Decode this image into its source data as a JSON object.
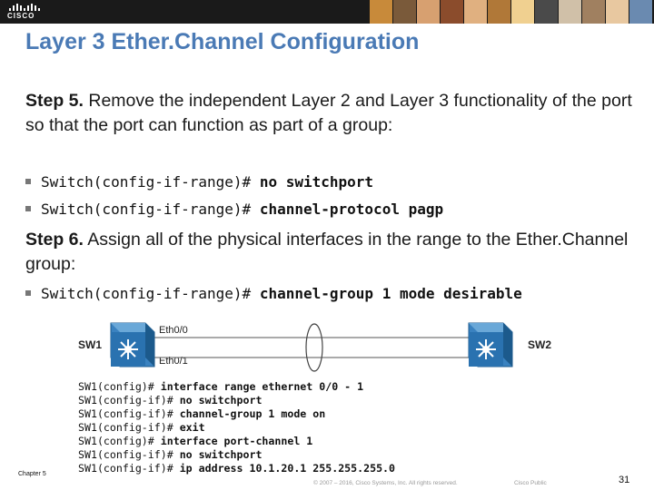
{
  "header": {
    "logo_text": "CISCO",
    "photos": [
      "#c88a3a",
      "#7a5a3a",
      "#d7a070",
      "#8b4c2c",
      "#e0b080",
      "#b07838",
      "#f0d090",
      "#4a4a4a",
      "#d0c0a8",
      "#a08060",
      "#e8c8a0",
      "#6a8ab0"
    ]
  },
  "title": "Layer 3 Ether.Channel Configuration",
  "step5": {
    "label": "Step 5.",
    "text": " Remove the independent Layer 2 and Layer 3 functionality of the port so that the port can function as part of a group:"
  },
  "bullets": [
    {
      "prompt": "Switch(config-if-range)# ",
      "command": "no switchport"
    },
    {
      "prompt": "Switch(config-if-range)# ",
      "command": "channel-protocol pagp"
    },
    {
      "prompt": "Switch(config-if-range)# ",
      "command": "channel-group 1 mode desirable"
    }
  ],
  "step6": {
    "label": "Step 6.",
    "text": " Assign all of the physical interfaces in the range to the Ether.Channel group:"
  },
  "diagram": {
    "sw1_label": "SW1",
    "sw2_label": "SW2",
    "port_top": "Eth0/0",
    "port_bottom": "Eth0/1",
    "switch_color": "#1f6ea8"
  },
  "cli_lines": [
    {
      "prompt": "SW1(config)# ",
      "command": "interface range ethernet 0/0 - 1"
    },
    {
      "prompt": "SW1(config-if)# ",
      "command": "no switchport"
    },
    {
      "prompt": "SW1(config-if)# ",
      "command": "channel-group 1 mode on"
    },
    {
      "prompt": "SW1(config-if)# ",
      "command": "exit"
    },
    {
      "prompt": "SW1(config)# ",
      "command": "interface port-channel 1"
    },
    {
      "prompt": "SW1(config-if)# ",
      "command": "no switchport"
    },
    {
      "prompt": "SW1(config-if)# ",
      "command": "ip address 10.1.20.1 255.255.255.0"
    }
  ],
  "footer": {
    "chapter": "Chapter 5",
    "copyright": "© 2007 – 2016, Cisco Systems, Inc. All rights reserved.",
    "classification": "Cisco Public",
    "page_number": "31"
  }
}
